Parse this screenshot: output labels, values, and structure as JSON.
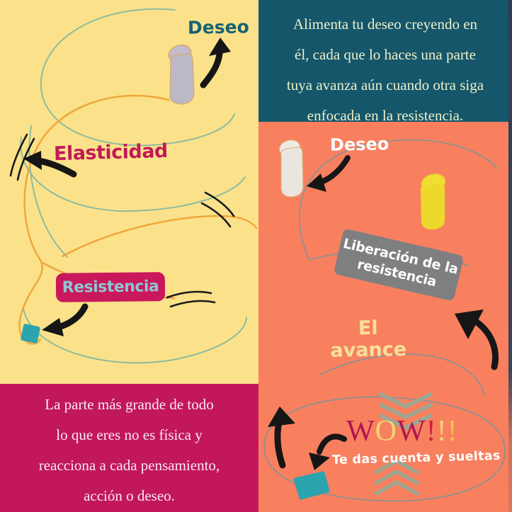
{
  "panels": {
    "top_left": {
      "deseo": "Deseo",
      "elasticidad": "Elasticidad",
      "resistencia": "Resistencia"
    },
    "top_right": {
      "lines": [
        "Alimenta tu deseo creyendo en",
        "él, cada que lo haces una parte",
        "tuya avanza aún cuando otra siga",
        "enfocada en la resistencia."
      ]
    },
    "bottom_left": {
      "lines": [
        "La parte más grande de todo",
        "lo que eres no es física y",
        "reacciona a cada pensamiento,",
        "acción o deseo."
      ]
    },
    "right": {
      "deseo": "Deseo",
      "liberacion_lines": [
        "Liberación de la",
        "resistencia"
      ],
      "avance_lines": [
        "El",
        "avance"
      ],
      "wow_letters": [
        "W",
        "O",
        "W",
        "!",
        "!",
        "!"
      ],
      "te_das": "Te das cuenta y sueltas"
    }
  },
  "colors": {
    "yellow_bg": "#FBE28A",
    "teal_bg": "#15566B",
    "coral_bg": "#F8805F",
    "magenta_bg": "#C2175B",
    "deseo_left_text": "#176273",
    "elasticidad_text": "#C21A56",
    "resistencia_box": "#C9185C",
    "resistencia_text": "#8CC7D3",
    "teal_paragraph_text": "#EAEFC9",
    "magenta_paragraph_text": "#F7E9F0",
    "gray_box": "#7F7F82",
    "avance_text": "#F8DF9B",
    "wow_crimson": "#B2164F",
    "wow_yellow": "#F2D379",
    "spiral_teal": "#8CBCA0",
    "spiral_orange": "#F0A73C",
    "spiral_gray": "#909090",
    "chevron": "#9BA893",
    "teal_shape": "#2BA4AE",
    "arrow_black": "#161616"
  }
}
